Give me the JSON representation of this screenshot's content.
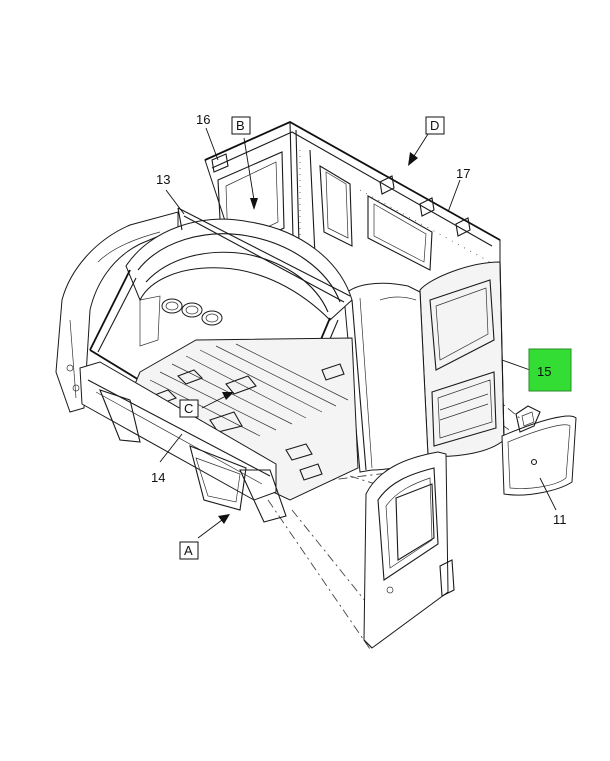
{
  "callouts": {
    "c16": "16",
    "c13": "13",
    "c17": "17",
    "c14": "14",
    "c11": "11",
    "c15": "15"
  },
  "views": {
    "b": "B",
    "d": "D",
    "c": "C",
    "a": "A"
  },
  "colors": {
    "highlight": "#33dd33",
    "line": "#1a1a1a"
  }
}
